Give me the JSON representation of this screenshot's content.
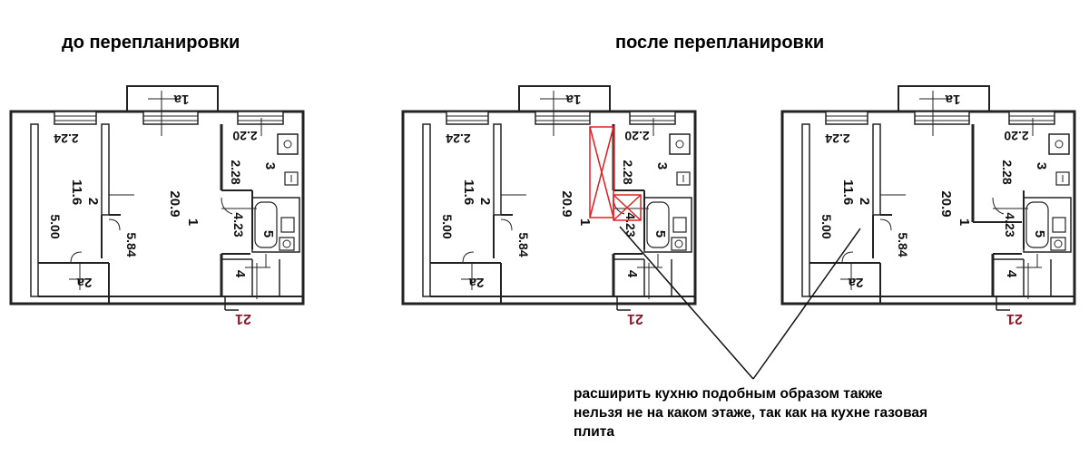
{
  "headings": {
    "before": "до перепланировки",
    "after": "после перепланировки"
  },
  "plan_labels": {
    "loggia": "1а",
    "hall_dim": "2.24",
    "kitchen_dim": "2.20",
    "bedroom_num": "2",
    "bedroom_area": "11.6",
    "living_num": "1",
    "living_area": "20.9",
    "kitchen_num": "3",
    "kitchen_w": "2.28",
    "corridor_len": "4.23",
    "bath_num": "5",
    "entry_num": "4",
    "closet": "2а",
    "bedroom_len": "5.00",
    "living_len": "5.84",
    "apt_number": "21"
  },
  "annotation": {
    "line1": "расширить кухню подобным образом также",
    "line2": "нельзя не на каком этаже, так как на кухне газовая",
    "line3": "плита"
  },
  "colors": {
    "wall": "#222222",
    "demolition_mark": "#e02020",
    "apt_number": "#8a1b2c"
  }
}
